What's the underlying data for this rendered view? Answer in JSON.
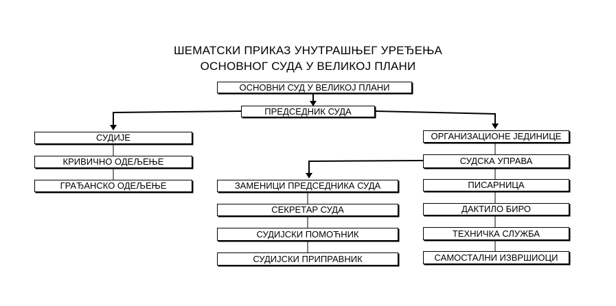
{
  "title_line1": "ШЕМАТСКИ ПРИКАЗ УНУТРАШЊЕГ УРЕЂЕЊА",
  "title_line2": "ОСНОВНОГ СУДА У ВЕЛИКОЈ ПЛАНИ",
  "nodes": {
    "court": "ОСНОВНИ СУД У ВЕЛИКОЈ ПЛАНИ",
    "president": "ПРЕДСЕДНИК СУДА",
    "judges": "СУДИЈЕ",
    "criminal": "КРИВИЧНО ОДЕЉЕЊЕ",
    "civil": "ГРАЂАНСКО ОДЕЉЕЊЕ",
    "org_units": "ОРГАНИЗАЦИОНЕ ЈЕДИНИЦЕ",
    "court_admin": "СУДСКА УПРАВА",
    "deputies": "ЗАМЕНИЦИ ПРЕДСЕДНИКА СУДА",
    "secretary": "СЕКРЕТАР СУДА",
    "assistant": "СУДИЈСКИ ПОМОЋНИК",
    "trainee": "СУДИЈСКИ ПРИПРАВНИК",
    "registry": "ПИСАРНИЦА",
    "typing": "ДАКТИЛО БИРО",
    "technical": "ТЕХНИЧКА СЛУЖБА",
    "bailiffs": "САМОСТАЛНИ ИЗВРШИОЦИ"
  },
  "line_color": "#000000"
}
